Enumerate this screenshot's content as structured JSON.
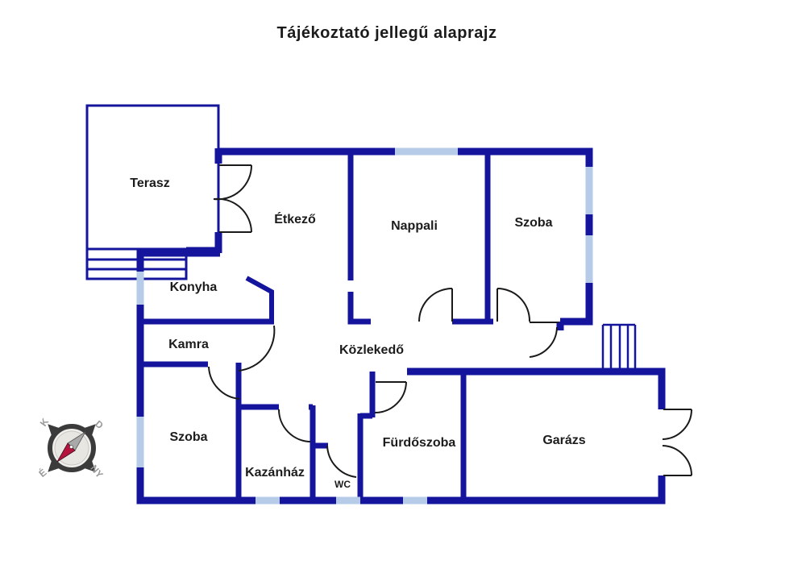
{
  "title": "Tájékoztató jellegű alaprajz",
  "rooms": {
    "terasz": "Terasz",
    "etkezo": "Étkező",
    "nappali": "Nappali",
    "szoba_felso": "Szoba",
    "konyha": "Konyha",
    "kamra": "Kamra",
    "kozlekedo": "Közlekedő",
    "szoba_also": "Szoba",
    "kazanhaz": "Kazánház",
    "wc": "WC",
    "furdoszoba": "Fürdőszoba",
    "garazs": "Garázs"
  },
  "compass": {
    "north": "É",
    "south": "D",
    "east": "K",
    "west": "NY"
  },
  "colors": {
    "wall": "#14149c",
    "window": "#b5cbe8",
    "door": "#1a1a1a",
    "compass_ring": "#3b3b3b",
    "needle_north": "#b5123e",
    "needle_south": "#a9a9a9"
  }
}
